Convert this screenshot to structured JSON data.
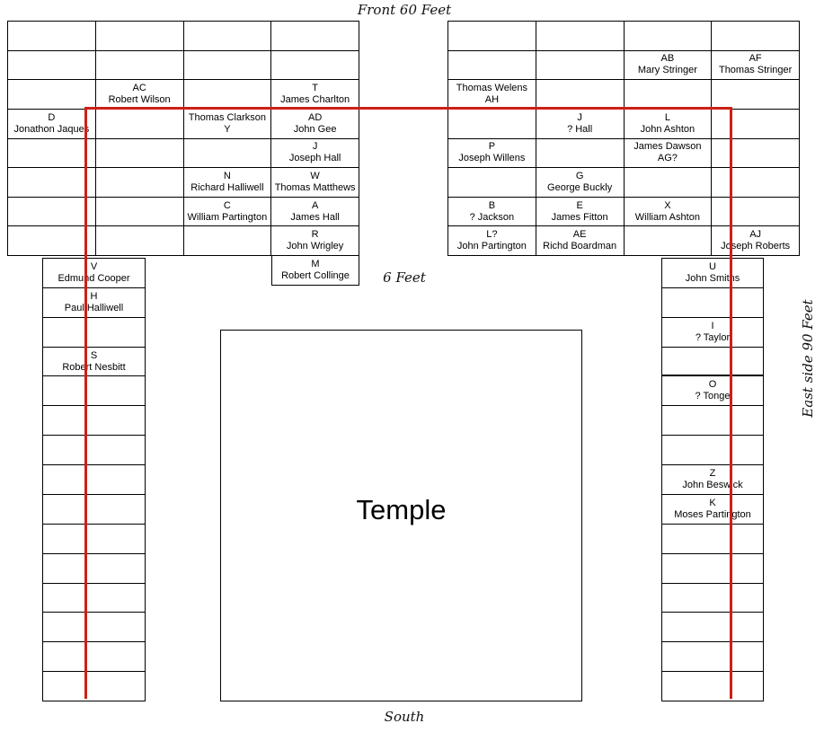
{
  "labels": {
    "front": "Front 60 Feet",
    "six_feet": "6 Feet",
    "south": "South",
    "east_side": "East side 90 Feet",
    "temple": "Temple"
  },
  "colors": {
    "red_line": "#cc2018",
    "grid_line": "#000000"
  },
  "north_west_grid": {
    "rows": 8,
    "cols": 4,
    "cells": [
      {
        "row": 3,
        "col": 2,
        "lines": [
          "AC",
          "Robert Wilson"
        ]
      },
      {
        "row": 3,
        "col": 4,
        "lines": [
          "T",
          "James Charlton"
        ]
      },
      {
        "row": 4,
        "col": 1,
        "lines": [
          "D",
          "Jonathon Jaques"
        ]
      },
      {
        "row": 4,
        "col": 3,
        "lines": [
          "Thomas Clarkson",
          "Y"
        ]
      },
      {
        "row": 4,
        "col": 4,
        "lines": [
          "AD",
          "John Gee"
        ]
      },
      {
        "row": 5,
        "col": 4,
        "lines": [
          "J",
          "Joseph Hall"
        ]
      },
      {
        "row": 6,
        "col": 3,
        "lines": [
          "N",
          "Richard Halliwell"
        ]
      },
      {
        "row": 6,
        "col": 4,
        "lines": [
          "W",
          "Thomas Matthews"
        ]
      },
      {
        "row": 7,
        "col": 3,
        "lines": [
          "C",
          "William Partington"
        ]
      },
      {
        "row": 7,
        "col": 4,
        "lines": [
          "A",
          "James Hall"
        ]
      },
      {
        "row": 8,
        "col": 4,
        "lines": [
          "R",
          "John Wrigley"
        ]
      }
    ]
  },
  "north_east_grid": {
    "rows": 8,
    "cols": 4,
    "cells": [
      {
        "row": 2,
        "col": 3,
        "lines": [
          "AB",
          "Mary Stringer"
        ]
      },
      {
        "row": 2,
        "col": 4,
        "lines": [
          "AF",
          "Thomas Stringer"
        ]
      },
      {
        "row": 3,
        "col": 1,
        "lines": [
          "Thomas Welens",
          "AH"
        ]
      },
      {
        "row": 4,
        "col": 2,
        "lines": [
          "J",
          "? Hall"
        ]
      },
      {
        "row": 4,
        "col": 3,
        "lines": [
          "L",
          "John Ashton"
        ]
      },
      {
        "row": 5,
        "col": 1,
        "lines": [
          "P",
          "Joseph Willens"
        ]
      },
      {
        "row": 5,
        "col": 3,
        "lines": [
          "James Dawson",
          "AG?"
        ]
      },
      {
        "row": 6,
        "col": 2,
        "lines": [
          "G",
          "George Buckly"
        ]
      },
      {
        "row": 7,
        "col": 1,
        "lines": [
          "B",
          "? Jackson"
        ]
      },
      {
        "row": 7,
        "col": 2,
        "lines": [
          "E",
          "James Fitton"
        ]
      },
      {
        "row": 7,
        "col": 3,
        "lines": [
          "X",
          "William Ashton"
        ]
      },
      {
        "row": 8,
        "col": 1,
        "lines": [
          "L?",
          "John Partington"
        ]
      },
      {
        "row": 8,
        "col": 2,
        "lines": [
          "AE",
          "Richd Boardman"
        ]
      },
      {
        "row": 8,
        "col": 4,
        "lines": [
          "AJ",
          "Joseph Roberts"
        ]
      }
    ]
  },
  "m_cell": {
    "rows": 1,
    "cols": 1,
    "cells": [
      {
        "row": 1,
        "col": 1,
        "lines": [
          "M",
          "Robert Collinge"
        ]
      }
    ]
  },
  "west_strip": {
    "rows": 15,
    "cols": 1,
    "cells": [
      {
        "row": 1,
        "col": 1,
        "lines": [
          "V",
          "Edmund Cooper"
        ]
      },
      {
        "row": 2,
        "col": 1,
        "lines": [
          "H",
          "Paul Halliwell"
        ]
      },
      {
        "row": 4,
        "col": 1,
        "lines": [
          "S",
          "Robert Nesbitt"
        ]
      }
    ]
  },
  "east_strip": {
    "rows": 15,
    "cols": 1,
    "thick_bottom_row": 4,
    "cells": [
      {
        "row": 1,
        "col": 1,
        "lines": [
          "U",
          "John Smiths"
        ]
      },
      {
        "row": 3,
        "col": 1,
        "lines": [
          "I",
          "? Taylor"
        ]
      },
      {
        "row": 5,
        "col": 1,
        "lines": [
          "O",
          "? Tonge"
        ]
      },
      {
        "row": 8,
        "col": 1,
        "lines": [
          "Z",
          "John Beswick"
        ]
      },
      {
        "row": 9,
        "col": 1,
        "lines": [
          "K",
          "Moses Partington"
        ]
      }
    ]
  }
}
